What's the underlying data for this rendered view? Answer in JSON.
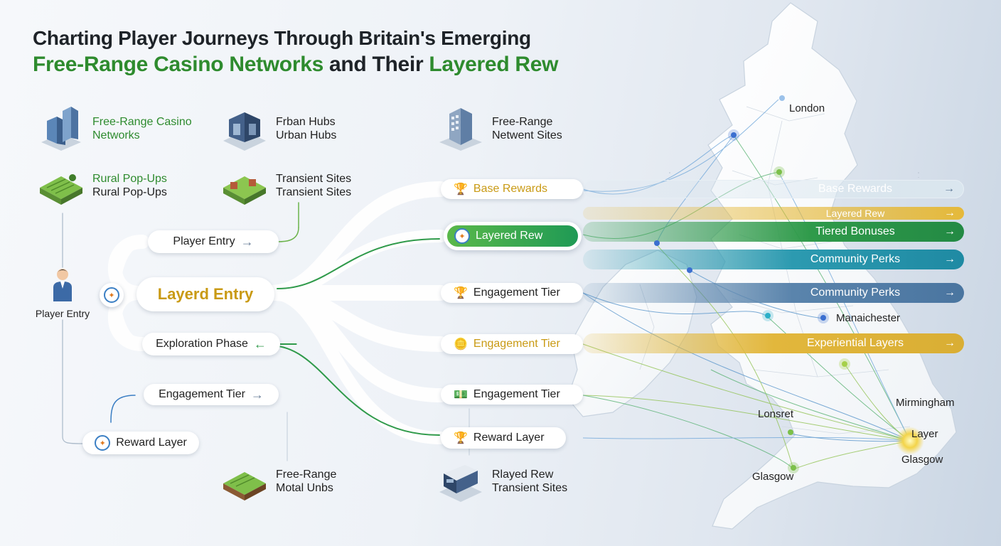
{
  "title": {
    "line1": "Charting Player Journeys Through Britain's Emerging",
    "line2_green_a": "Free-Range Casino Networks",
    "line2_dark": " and Their ",
    "line2_green_b": "Layered Rew"
  },
  "legend": [
    {
      "line1": "Free-Range Casino",
      "line2": "Networks",
      "icon": "building-icon"
    },
    {
      "line1": "Frban Hubs",
      "line2": "Urban Hubs",
      "icon": "urban-hub-icon"
    },
    {
      "line1": "Free-Range",
      "line2": "Netwent Sites",
      "icon": "tower-icon"
    },
    {
      "line1": "Rural Pop-Ups",
      "line2": "Rural Pop-Ups",
      "icon": "field-icon"
    },
    {
      "line1": "Transient Sites",
      "line2": "Transient Sites",
      "icon": "field-icon"
    },
    {
      "line1": "Free-Range",
      "line2": "Motal Unbs",
      "icon": "field-icon"
    },
    {
      "line1": "Rlayed Rew",
      "line2": "Transient Sites",
      "icon": "truck-icon"
    }
  ],
  "flow": {
    "player_entry_person": "Player Entry",
    "player_entry": "Player Entry",
    "layered_entry": "Layerd Entry",
    "exploration": "Exploration Phase",
    "engagement_left": "Engagement Tier",
    "reward_left": "Reward Layer",
    "arrow": "→",
    "arrow_left": "←",
    "trophy": "🏆",
    "coins": "🪙",
    "money": "💵",
    "compass": "✦"
  },
  "mid_nodes": [
    {
      "label": "Base Rewards",
      "icon": "trophy-icon"
    },
    {
      "label": "Layered Rew",
      "icon": "compass-icon"
    },
    {
      "label": "Engagement Tier",
      "icon": "trophy-icon"
    },
    {
      "label": "Engagement Tier",
      "icon": "coins-icon"
    },
    {
      "label": "Engagement Tier",
      "icon": "money-icon"
    },
    {
      "label": "Reward Layer",
      "icon": "trophy-icon"
    }
  ],
  "bands": [
    {
      "label": "Base Rewards",
      "color": "#cfe0ea"
    },
    {
      "label": "Layered Rew",
      "color": "#e8b93c"
    },
    {
      "label": "Tiered Bonuses",
      "color": "#2f9a4a"
    },
    {
      "label": "Community Perks",
      "color": "#2c9ab0"
    },
    {
      "label": "Community Perks",
      "color": "#4f7fa9"
    },
    {
      "label": "Experiential Layers",
      "color": "#e2b73c"
    }
  ],
  "cities": [
    {
      "name": "London"
    },
    {
      "name": "Manaichester"
    },
    {
      "name": "Mirmingham"
    },
    {
      "name": "Lonsret"
    },
    {
      "name": "Layer"
    },
    {
      "name": "Glasgow"
    },
    {
      "name": "Glasgow"
    }
  ]
}
